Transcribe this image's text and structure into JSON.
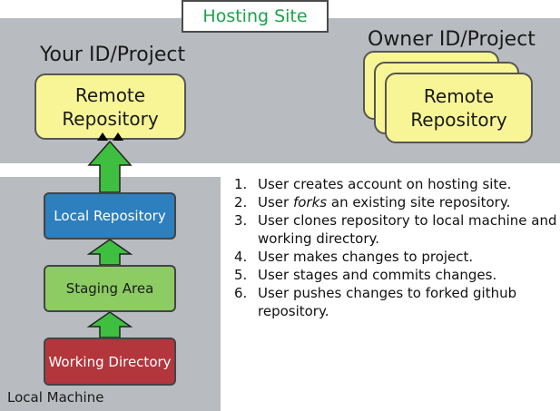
{
  "hosting": {
    "title": "Hosting Site"
  },
  "your_project": {
    "heading": "Your ID/Project",
    "repo_line1": "Remote",
    "repo_line2": "Repository"
  },
  "owner_project": {
    "heading": "Owner ID/Project",
    "repo_line1": "Remote",
    "repo_line2": "Repository"
  },
  "local": {
    "local_repo": "Local Repository",
    "staging": "Staging Area",
    "working": "Working Directory",
    "machine_label": "Local Machine"
  },
  "colors": {
    "panel": "#b8bbbf",
    "remote_repo": "#f8f596",
    "local_repo": "#2d7fbe",
    "staging": "#8ccc63",
    "working": "#b3363d",
    "arrow": "#3fbf3f",
    "title_text": "#1aa34a"
  },
  "steps": [
    {
      "num": "1.",
      "pre": "User creates account on hosting site.",
      "em": "",
      "post": ""
    },
    {
      "num": "2.",
      "pre": "User ",
      "em": "forks",
      "post": " an existing site repository."
    },
    {
      "num": "3.",
      "pre": "User clones repository to local machine and working directory.",
      "em": "",
      "post": ""
    },
    {
      "num": "4.",
      "pre": "User makes changes to project.",
      "em": "",
      "post": ""
    },
    {
      "num": "5.",
      "pre": "User stages and commits changes.",
      "em": "",
      "post": ""
    },
    {
      "num": "6.",
      "pre": "User pushes changes to forked github repository.",
      "em": "",
      "post": ""
    }
  ]
}
